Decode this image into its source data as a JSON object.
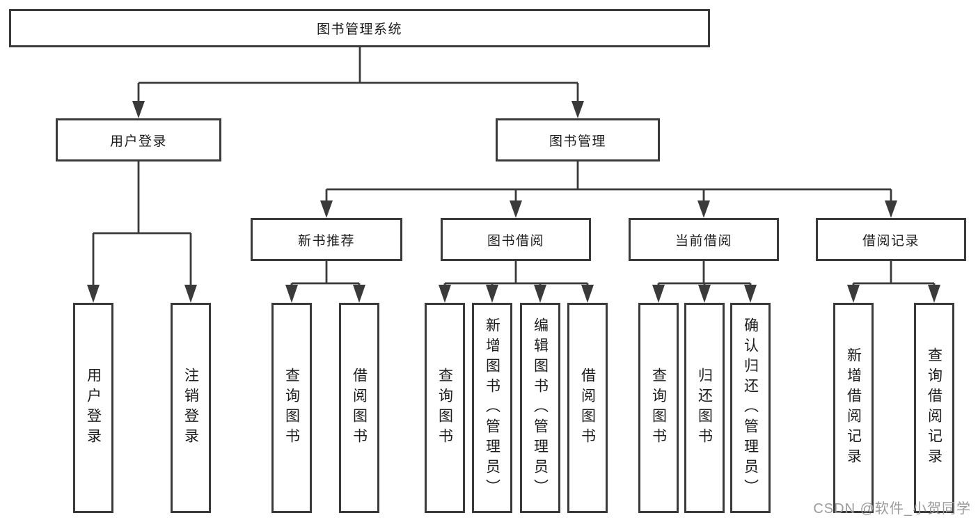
{
  "colors": {
    "background": "#ffffff",
    "line": "#3a3a3a",
    "box_border": "#3a3a3a",
    "text": "#1c1c1c",
    "watermark": "#9b9b9b"
  },
  "watermark": {
    "text": "CSDN @软件_小贺同学"
  },
  "tree": {
    "root": {
      "label": "图书管理系统"
    },
    "branches": [
      {
        "label": "用户登录",
        "children": [
          {
            "label": "用户登录"
          },
          {
            "label": "注销登录"
          }
        ]
      },
      {
        "label": "图书管理",
        "children": [
          {
            "label": "新书推荐",
            "children": [
              {
                "label": "查询图书"
              },
              {
                "label": "借阅图书"
              }
            ]
          },
          {
            "label": "图书借阅",
            "children": [
              {
                "label": "查询图书"
              },
              {
                "label": "新增图书（管理员）"
              },
              {
                "label": "编辑图书（管理员）"
              },
              {
                "label": "借阅图书"
              }
            ]
          },
          {
            "label": "当前借阅",
            "children": [
              {
                "label": "查询图书"
              },
              {
                "label": "归还图书"
              },
              {
                "label": "确认归还（管理员）"
              }
            ]
          },
          {
            "label": "借阅记录",
            "children": [
              {
                "label": "新增借阅记录"
              },
              {
                "label": "查询借阅记录"
              }
            ]
          }
        ]
      }
    ]
  }
}
